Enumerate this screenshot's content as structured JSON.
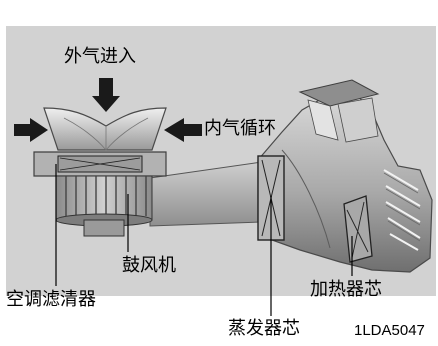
{
  "labels": {
    "outside_air": "外气进入",
    "recirculation": "内气循环",
    "blower": "鼓风机",
    "ac_filter": "空调滤清器",
    "heater_core": "加热器芯",
    "evaporator_core": "蒸发器芯"
  },
  "figure_code": "1LDA5047",
  "colors": {
    "background_panel": "#d2d2d2",
    "housing_light": "#bdbdbd",
    "housing_dark": "#7a7a7a",
    "arrow": "#1a1a1a",
    "text": "#000000"
  }
}
